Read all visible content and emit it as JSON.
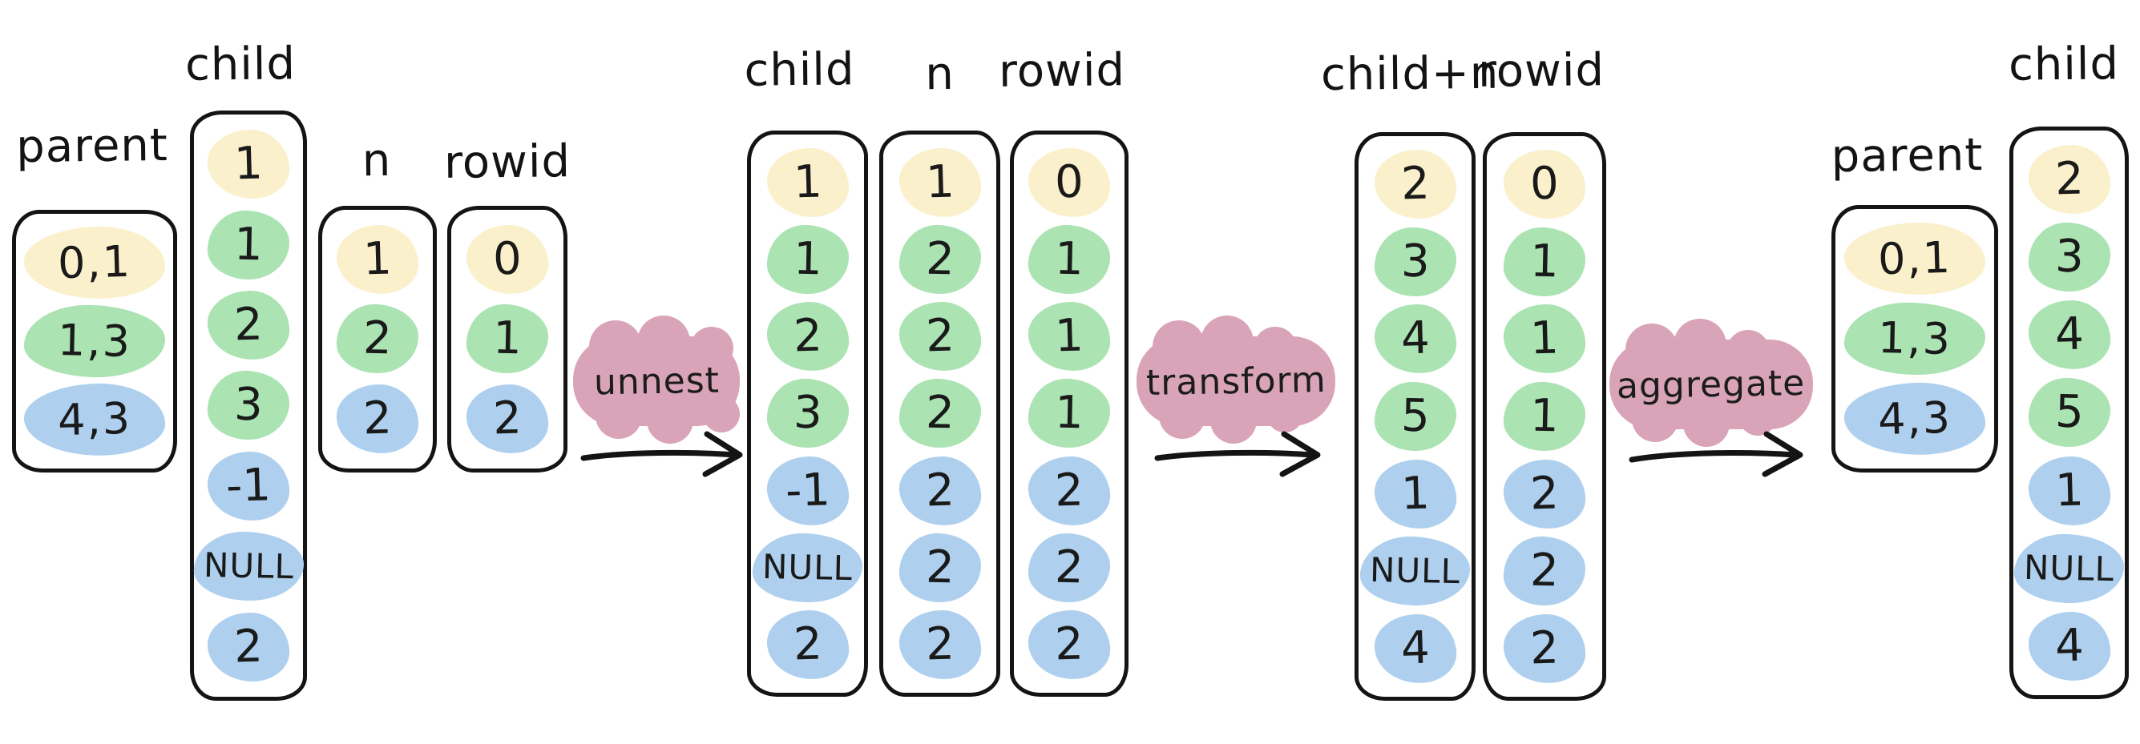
{
  "palette": {
    "yellow": "#faf0cb",
    "green": "#abe3b3",
    "blue": "#aed0ee",
    "pink": "#d9a4b8",
    "ink": "#141414"
  },
  "ops": {
    "unnest": "unnest",
    "transform": "transform",
    "aggregate": "aggregate"
  },
  "stage1": {
    "parent_header": "parent",
    "child_header": "child",
    "n_header": "n",
    "rowid_header": "rowid",
    "parent_cells": [
      {
        "v": "0,1",
        "c": "yellow"
      },
      {
        "v": "1,3",
        "c": "green"
      },
      {
        "v": "4,3",
        "c": "blue"
      }
    ],
    "child_cells": [
      {
        "v": "1",
        "c": "yellow"
      },
      {
        "v": "1",
        "c": "green"
      },
      {
        "v": "2",
        "c": "green"
      },
      {
        "v": "3",
        "c": "green"
      },
      {
        "v": "-1",
        "c": "blue"
      },
      {
        "v": "NULL",
        "c": "blue"
      },
      {
        "v": "2",
        "c": "blue"
      }
    ],
    "n_cells": [
      {
        "v": "1",
        "c": "yellow"
      },
      {
        "v": "2",
        "c": "green"
      },
      {
        "v": "2",
        "c": "blue"
      }
    ],
    "rowid_cells": [
      {
        "v": "0",
        "c": "yellow"
      },
      {
        "v": "1",
        "c": "green"
      },
      {
        "v": "2",
        "c": "blue"
      }
    ]
  },
  "stage2": {
    "child_header": "child",
    "n_header": "n",
    "rowid_header": "rowid",
    "child_cells": [
      {
        "v": "1",
        "c": "yellow"
      },
      {
        "v": "1",
        "c": "green"
      },
      {
        "v": "2",
        "c": "green"
      },
      {
        "v": "3",
        "c": "green"
      },
      {
        "v": "-1",
        "c": "blue"
      },
      {
        "v": "NULL",
        "c": "blue"
      },
      {
        "v": "2",
        "c": "blue"
      }
    ],
    "n_cells": [
      {
        "v": "1",
        "c": "yellow"
      },
      {
        "v": "2",
        "c": "green"
      },
      {
        "v": "2",
        "c": "green"
      },
      {
        "v": "2",
        "c": "green"
      },
      {
        "v": "2",
        "c": "blue"
      },
      {
        "v": "2",
        "c": "blue"
      },
      {
        "v": "2",
        "c": "blue"
      }
    ],
    "rowid_cells": [
      {
        "v": "0",
        "c": "yellow"
      },
      {
        "v": "1",
        "c": "green"
      },
      {
        "v": "1",
        "c": "green"
      },
      {
        "v": "1",
        "c": "green"
      },
      {
        "v": "2",
        "c": "blue"
      },
      {
        "v": "2",
        "c": "blue"
      },
      {
        "v": "2",
        "c": "blue"
      }
    ]
  },
  "stage3": {
    "childn_header": "child+n",
    "rowid_header": "rowid",
    "childn_cells": [
      {
        "v": "2",
        "c": "yellow"
      },
      {
        "v": "3",
        "c": "green"
      },
      {
        "v": "4",
        "c": "green"
      },
      {
        "v": "5",
        "c": "green"
      },
      {
        "v": "1",
        "c": "blue"
      },
      {
        "v": "NULL",
        "c": "blue"
      },
      {
        "v": "4",
        "c": "blue"
      }
    ],
    "rowid_cells": [
      {
        "v": "0",
        "c": "yellow"
      },
      {
        "v": "1",
        "c": "green"
      },
      {
        "v": "1",
        "c": "green"
      },
      {
        "v": "1",
        "c": "green"
      },
      {
        "v": "2",
        "c": "blue"
      },
      {
        "v": "2",
        "c": "blue"
      },
      {
        "v": "2",
        "c": "blue"
      }
    ]
  },
  "stage4": {
    "parent_header": "parent",
    "child_header": "child",
    "parent_cells": [
      {
        "v": "0,1",
        "c": "yellow"
      },
      {
        "v": "1,3",
        "c": "green"
      },
      {
        "v": "4,3",
        "c": "blue"
      }
    ],
    "child_cells": [
      {
        "v": "2",
        "c": "yellow"
      },
      {
        "v": "3",
        "c": "green"
      },
      {
        "v": "4",
        "c": "green"
      },
      {
        "v": "5",
        "c": "green"
      },
      {
        "v": "1",
        "c": "blue"
      },
      {
        "v": "NULL",
        "c": "blue"
      },
      {
        "v": "4",
        "c": "blue"
      }
    ]
  }
}
